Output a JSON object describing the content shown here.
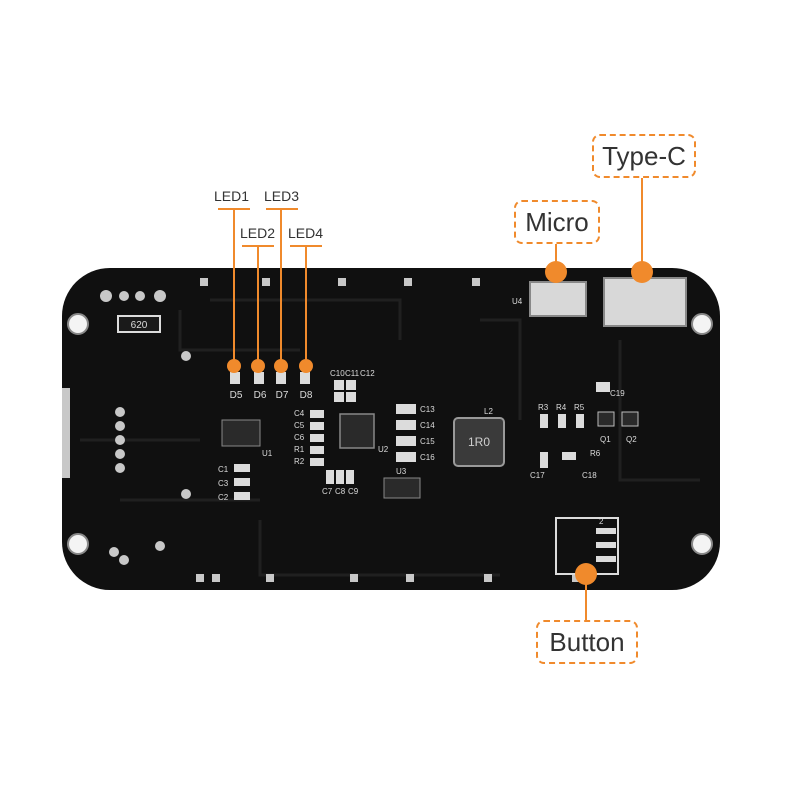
{
  "colors": {
    "accent": "#f08a2c",
    "board": "#101010",
    "silkscreen": "#dcdcdc",
    "pad": "#c8c8c8"
  },
  "callouts": {
    "type_c": "Type-C",
    "micro": "Micro",
    "button": "Button"
  },
  "leds": {
    "led1": "LED1",
    "led2": "LED2",
    "led3": "LED3",
    "led4": "LED4"
  },
  "silkscreen": {
    "resistor_620": "620",
    "d5": "D5",
    "d6": "D6",
    "d7": "D7",
    "d8": "D8",
    "c10": "C10",
    "c11": "C11",
    "c12": "C12",
    "c4": "C4",
    "c5": "C5",
    "c6": "C6",
    "r1": "R1",
    "r2": "R2",
    "c7": "C7",
    "c8": "C8",
    "c9": "C9",
    "u1": "U1",
    "u2": "U2",
    "u3": "U3",
    "u4": "U4",
    "c1": "C1",
    "c3": "C3",
    "c2": "C2",
    "c13": "C13",
    "c14": "C14",
    "c15": "C15",
    "c16": "C16",
    "l2": "L2",
    "inductor": "1R0",
    "r3": "R3",
    "r4": "R4",
    "r5": "R5",
    "r6": "R6",
    "c17": "C17",
    "c18": "C18",
    "c19": "C19",
    "q1": "Q1",
    "q2": "Q2",
    "sw_pin": "2"
  }
}
